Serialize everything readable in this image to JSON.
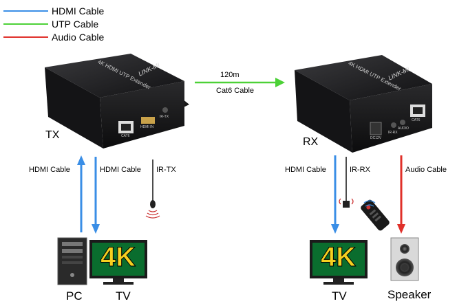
{
  "legend": {
    "items": [
      {
        "label": "HDMI Cable",
        "color": "#3a8ee6"
      },
      {
        "label": "UTP Cable",
        "color": "#4cd137"
      },
      {
        "label": "Audio Cable",
        "color": "#e0302a"
      }
    ]
  },
  "link": {
    "distance": "120m",
    "cable": "Cat6 Cable"
  },
  "tx": {
    "label": "TX",
    "brand": "LINK-MI",
    "product": "4K HDMI UTP Extender",
    "ports": [
      "CAT6",
      "HDMI IN",
      "IR-TX"
    ]
  },
  "rx": {
    "label": "RX",
    "brand": "LINK-MI",
    "product": "4K HDMI UTP Extender",
    "ports": [
      "DC12V",
      "IR-RX",
      "AUDIO",
      "CAT6"
    ]
  },
  "tx_cables": {
    "hdmi_up": "HDMI Cable",
    "hdmi_down": "HDMI Cable",
    "ir": "IR-TX"
  },
  "rx_cables": {
    "hdmi": "HDMI Cable",
    "ir": "IR-RX",
    "audio": "Audio Cable"
  },
  "screen_text": "4K",
  "devices": {
    "pc": "PC",
    "tv_tx": "TV",
    "tv_rx": "TV",
    "speaker": "Speaker"
  },
  "colors": {
    "hdmi": "#3a8ee6",
    "utp": "#4cd137",
    "audio": "#e0302a",
    "ir": "#111111",
    "box": "#1c1c1e"
  }
}
